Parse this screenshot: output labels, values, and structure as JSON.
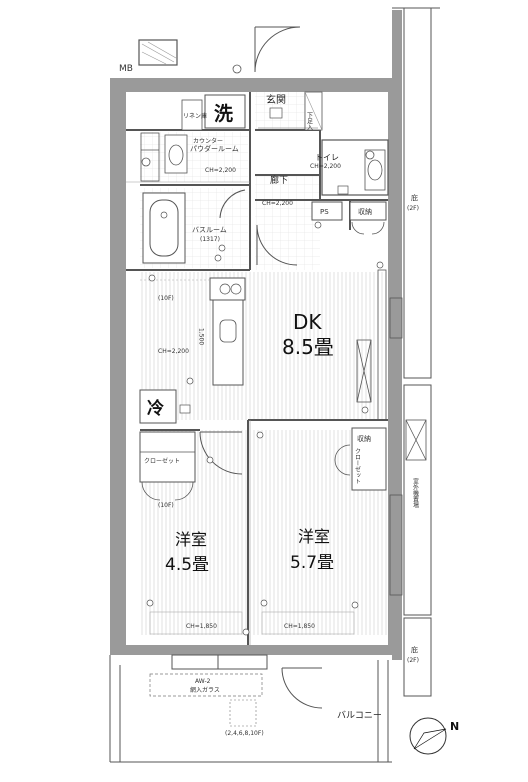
{
  "labels": {
    "mb": "MB",
    "wash": "洗",
    "genkan": "玄関",
    "getabako": "下足入",
    "linen": "リネン庫",
    "counter": "カウンター",
    "powder_room": "パウダールーム",
    "ch_powder": "CH=2,200",
    "toilet": "トイレ",
    "ch_toilet": "CH=2,200",
    "hallway": "廊下",
    "ch_hallway": "CH=2,200",
    "ps": "PS",
    "storage_top": "収納",
    "bathroom": "バスルーム",
    "bath_size": "(1317)",
    "ceiling_10f_top": "(10F)",
    "ch_kitchen": "CH=2,200",
    "counter_h": "1,500",
    "dk_name": "DK",
    "dk_size": "8.5畳",
    "fridge": "冷",
    "closet_left": "クローゼット",
    "storage_right": "収納",
    "closet_right": "クローゼット",
    "ceiling_10f_mid": "(10F)",
    "room1_name": "洋室",
    "room1_size": "4.5畳",
    "room2_name": "洋室",
    "room2_size": "5.7畳",
    "ch_room1": "CH=1,850",
    "ch_room2": "CH=1,850",
    "garden_top": "庇",
    "garden_top_floor": "(2F)",
    "outdoor_unit": "室外機置場",
    "garden_bottom": "庇",
    "garden_bottom_floor": "(2F)",
    "aw": "AW-2",
    "mesh_glass": "網入ガラス",
    "balcony": "バルコニー",
    "balcony_floors": "(2,4,6,8,10F)",
    "north": "N"
  }
}
